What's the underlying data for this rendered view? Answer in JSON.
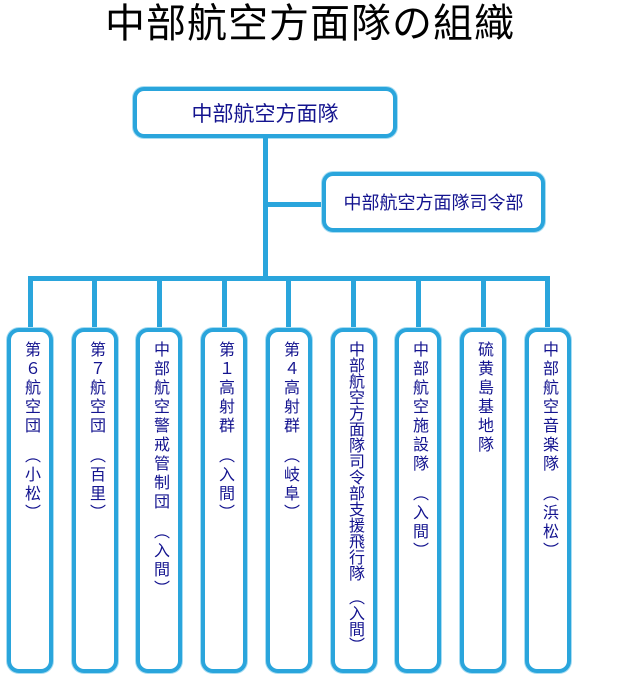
{
  "title": "中部航空方面隊の組織",
  "colors": {
    "connector_line": "#2aa5dc",
    "box_border": "#2aa5dc",
    "box_text": "#14148f",
    "title_text": "#000000",
    "background": "#ffffff"
  },
  "root": {
    "label": "中部航空方面隊"
  },
  "hq": {
    "label": "中部航空方面隊司令部"
  },
  "units": [
    {
      "label": "第６航空団　（小松）"
    },
    {
      "label": "第７航空団　（百里）"
    },
    {
      "label": "中部航空警戒管制団　（入間）"
    },
    {
      "label": "第１高射群　（入間）"
    },
    {
      "label": "第４高射群　（岐阜）"
    },
    {
      "label": "中部航空方面隊司令部支援飛行隊　（入間）"
    },
    {
      "label": "中部航空施設隊　（入間）"
    },
    {
      "label": "硫黄島基地隊"
    },
    {
      "label": "中部航空音楽隊　（浜松）"
    }
  ]
}
